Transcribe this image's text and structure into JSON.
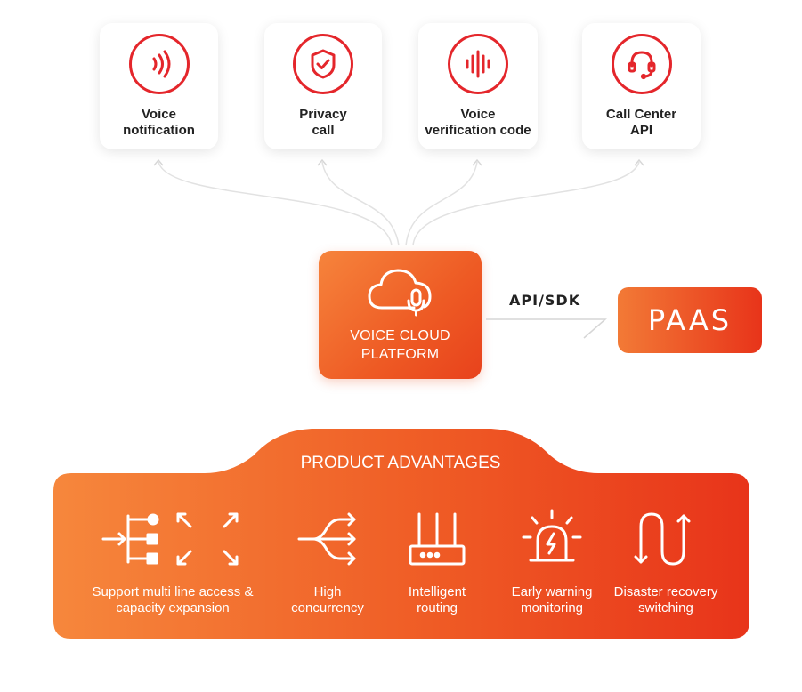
{
  "services": [
    {
      "line1": "Voice",
      "line2": "notification",
      "icon": "sound-waves-icon"
    },
    {
      "line1": "Privacy",
      "line2": "call",
      "icon": "shield-check-icon"
    },
    {
      "line1": "Voice",
      "line2": "verification code",
      "icon": "audio-bars-icon"
    },
    {
      "line1": "Call Center",
      "line2": "API",
      "icon": "headset-icon"
    }
  ],
  "platform": {
    "line1": "VOICE CLOUD",
    "line2": "PLATFORM",
    "icon": "cloud-microphone-icon"
  },
  "api_label": "API/SDK",
  "paas_label": "PAAS",
  "advantages": {
    "title": "PRODUCT ADVANTAGES",
    "items": [
      {
        "line1": "Support multi line access &",
        "line2": "capacity expansion",
        "icon": "multi-line-expand-icon"
      },
      {
        "line1": "High",
        "line2": "concurrency",
        "icon": "concurrency-arrows-icon"
      },
      {
        "line1": "Intelligent",
        "line2": "routing",
        "icon": "router-icon"
      },
      {
        "line1": "Early warning",
        "line2": "monitoring",
        "icon": "alarm-light-icon"
      },
      {
        "line1": "Disaster recovery",
        "line2": "switching",
        "icon": "switch-path-icon"
      }
    ]
  },
  "colors": {
    "accent": "#e4262b",
    "gradient_start": "#f6843c",
    "gradient_end": "#e8341a"
  }
}
